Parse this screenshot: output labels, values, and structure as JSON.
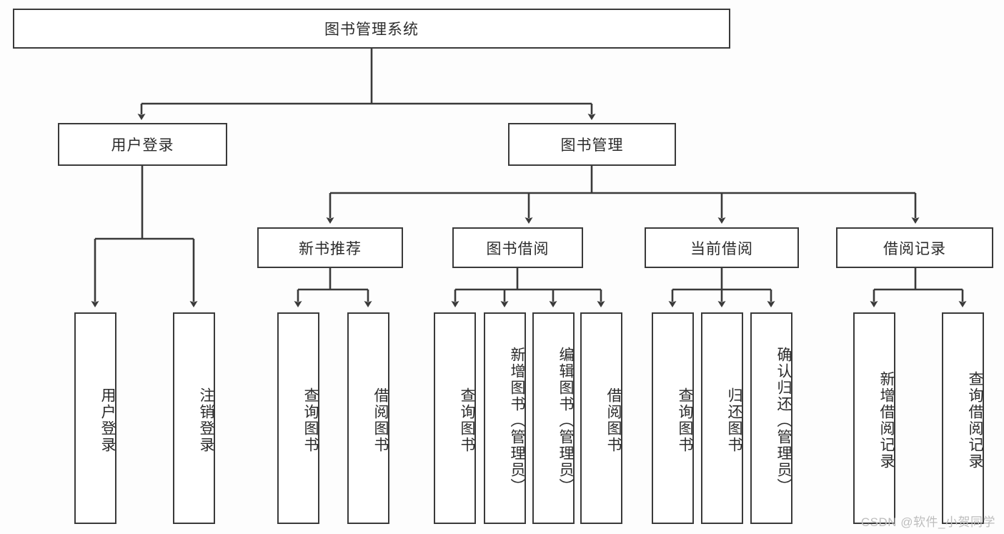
{
  "diagram": {
    "title": "图书管理系统",
    "type": "tree-hierarchy",
    "colors": {
      "background": "#fdfdfd",
      "node_fill": "#ffffff",
      "node_border": "#3a3a3a",
      "edge": "#3a3a3a",
      "text": "#2b2b2b",
      "watermark": "#bdbdbd"
    },
    "root": {
      "label": "图书管理系统"
    },
    "level2": [
      {
        "label": "用户登录"
      },
      {
        "label": "图书管理"
      }
    ],
    "level3": [
      {
        "label": "新书推荐"
      },
      {
        "label": "图书借阅"
      },
      {
        "label": "当前借阅"
      },
      {
        "label": "借阅记录"
      }
    ],
    "leaves": {
      "user_login": [
        {
          "label": "用户登录"
        },
        {
          "label": "注销登录"
        }
      ],
      "new_book_recommend": [
        {
          "label": "查询图书"
        },
        {
          "label": "借阅图书"
        }
      ],
      "book_borrow": [
        {
          "label": "查询图书"
        },
        {
          "label": "新增图书（管理员）"
        },
        {
          "label": "编辑图书（管理员）"
        },
        {
          "label": "借阅图书"
        }
      ],
      "current_borrow": [
        {
          "label": "查询图书"
        },
        {
          "label": "归还图书"
        },
        {
          "label": "确认归还（管理员）"
        }
      ],
      "borrow_record": [
        {
          "label": "新增借阅记录"
        },
        {
          "label": "查询借阅记录"
        }
      ]
    }
  },
  "watermark": {
    "text": "CSDN @软件_小贺同学"
  }
}
